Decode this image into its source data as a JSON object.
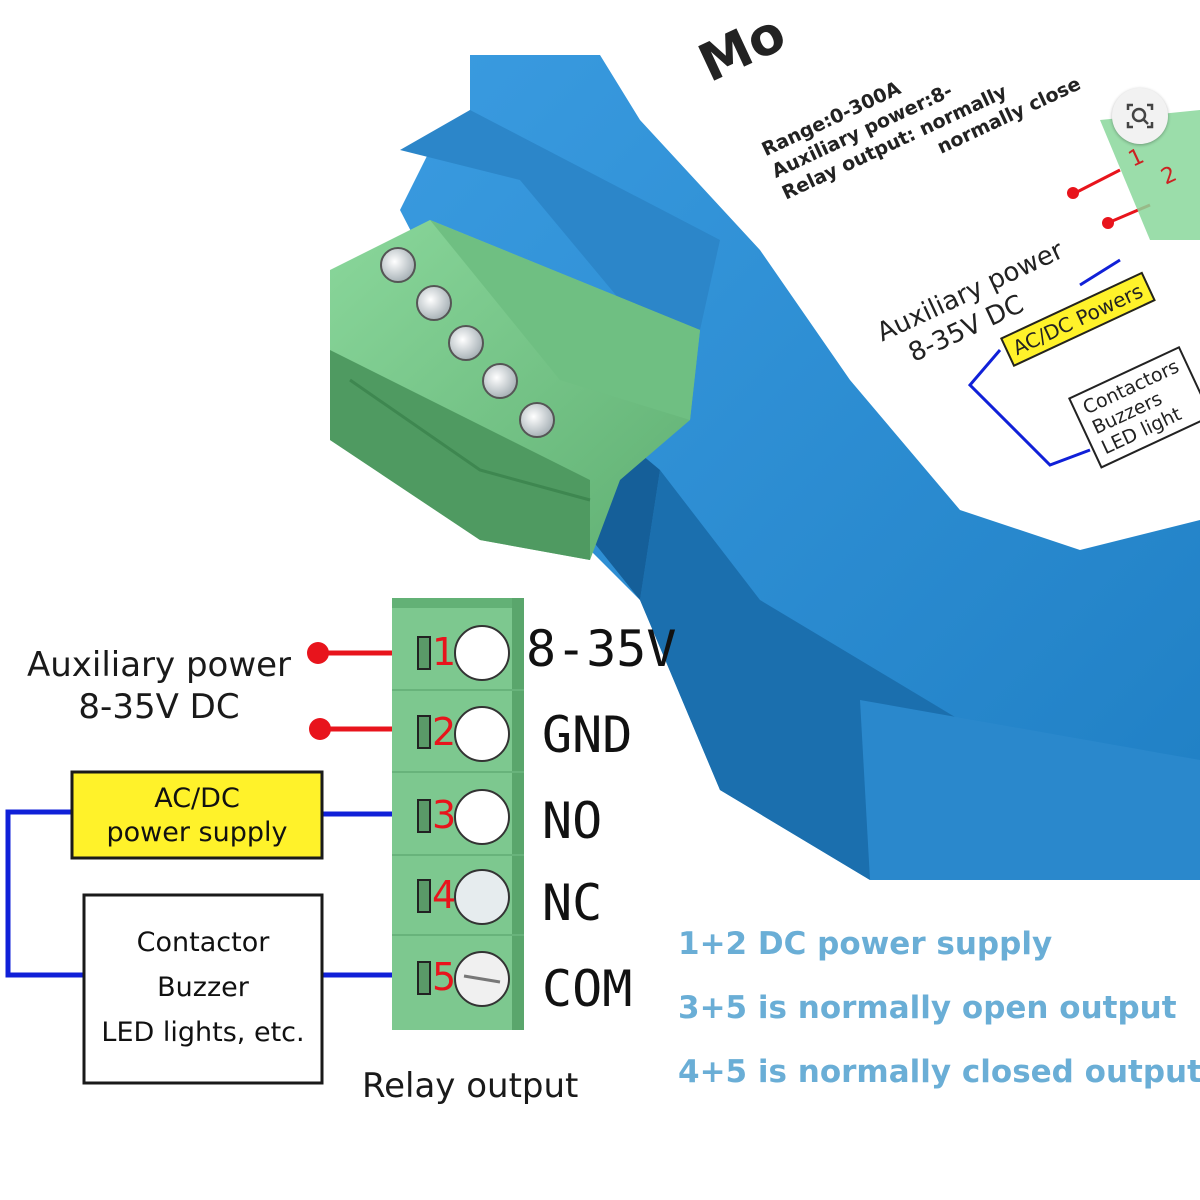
{
  "device": {
    "label_model": "Mo",
    "spec_lines": [
      "Range:0-300A",
      "Auxiliary power:8-",
      "Relay output: normally",
      "normally close"
    ],
    "inner_diagram": {
      "aux_label": [
        "Auxiliary power",
        "8-35V DC"
      ],
      "supply_label": "AC/DC Powers",
      "load_lines": [
        "Contactors",
        "Buzzers",
        "LED light"
      ],
      "pin_numbers": [
        "1",
        "2"
      ]
    }
  },
  "diagram": {
    "aux_power_label": [
      "Auxiliary power",
      "8-35V DC"
    ],
    "supply_box_lines": [
      "AC/DC",
      "power supply"
    ],
    "load_box_lines": [
      "Contactor",
      "Buzzer",
      "LED lights, etc."
    ],
    "terminals": [
      {
        "number": "1",
        "name": "8-35V"
      },
      {
        "number": "2",
        "name": "GND"
      },
      {
        "number": "3",
        "name": "NO"
      },
      {
        "number": "4",
        "name": "NC"
      },
      {
        "number": "5",
        "name": "COM"
      }
    ],
    "relay_output_label": "Relay output"
  },
  "notes": [
    "1+2 DC power supply",
    "3+5 is normally open output",
    "4+5 is normally closed output"
  ],
  "colors": {
    "terminal_green": "#7dc88f",
    "housing_blue": "#2e8fd0",
    "wire_red": "#e8141c",
    "wire_blue": "#1020d8",
    "supply_yellow": "#fff22a",
    "note_blue": "#6aaed6"
  },
  "icons": {
    "lens": "search-lens-icon"
  }
}
